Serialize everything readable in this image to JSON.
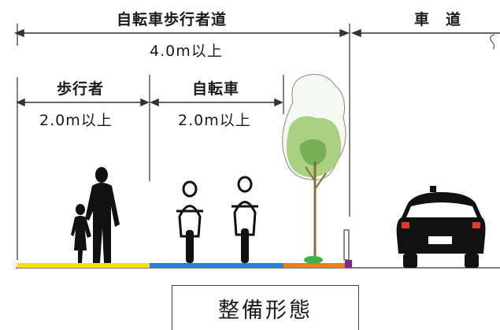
{
  "labels": {
    "total_section": "自転車歩行者道",
    "total_width": "4.0m以上",
    "roadway": "車　道",
    "pedestrian": "歩行者",
    "pedestrian_width": "2.0m以上",
    "bicycle": "自転車",
    "bicycle_width": "2.0m以上"
  },
  "caption": "整備形態",
  "colors": {
    "pedestrian_zone": "#f2e200",
    "bicycle_zone": "#2f7fd1",
    "planting_zone": "#ee7d1e",
    "lines": "#333333",
    "silhouette": "#111111"
  },
  "icons": [
    "adult-pedestrian-icon",
    "child-pedestrian-icon",
    "cyclist-icon",
    "cyclist-icon",
    "street-tree-icon",
    "bollard-icon",
    "car-icon"
  ]
}
